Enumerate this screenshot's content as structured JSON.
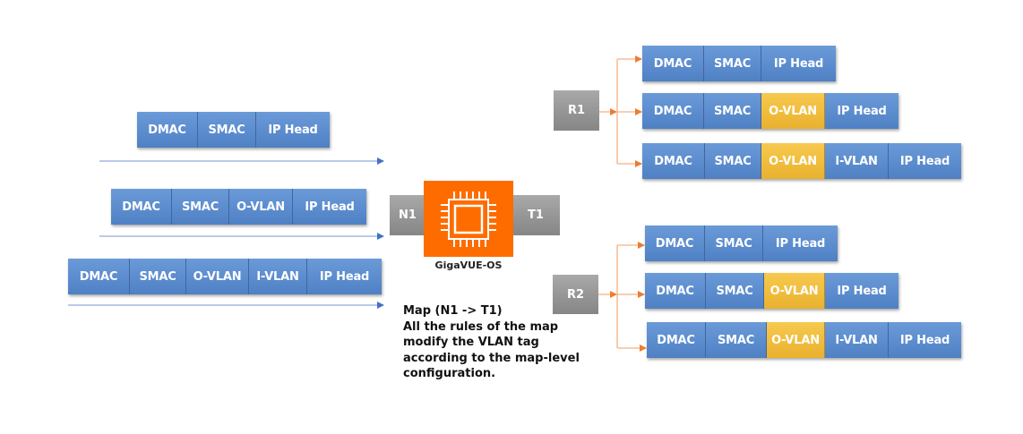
{
  "colors": {
    "field_blue": "#5b8bcd",
    "field_yellow": "#f0bb3b",
    "device_orange": "#fe6c00",
    "port_gray": "#959595",
    "ingress_arrow": "#4472c4",
    "egress_arrow": "#ed7d31"
  },
  "ingress": {
    "packets": [
      {
        "fields": [
          {
            "label": "DMAC"
          },
          {
            "label": "SMAC"
          },
          {
            "label": "IP Head"
          }
        ]
      },
      {
        "fields": [
          {
            "label": "DMAC"
          },
          {
            "label": "SMAC"
          },
          {
            "label": "O-VLAN"
          },
          {
            "label": "IP Head"
          }
        ]
      },
      {
        "fields": [
          {
            "label": "DMAC"
          },
          {
            "label": "SMAC"
          },
          {
            "label": "O-VLAN"
          },
          {
            "label": "I-VLAN"
          },
          {
            "label": "IP Head"
          }
        ]
      }
    ]
  },
  "device": {
    "network_port": "N1",
    "tool_port": "T1",
    "label": "GigaVUE-OS",
    "icon": "cpu-chip-icon"
  },
  "note": {
    "lines": [
      "Map (N1 -> T1)",
      "All the rules of the map",
      "modify the VLAN tag",
      "according to the map-level",
      "configuration."
    ]
  },
  "rules": [
    {
      "label": "R1",
      "packets": [
        {
          "fields": [
            {
              "label": "DMAC"
            },
            {
              "label": "SMAC"
            },
            {
              "label": "IP Head"
            }
          ]
        },
        {
          "fields": [
            {
              "label": "DMAC"
            },
            {
              "label": "SMAC"
            },
            {
              "label": "O-VLAN",
              "highlight": true
            },
            {
              "label": "IP Head"
            }
          ]
        },
        {
          "fields": [
            {
              "label": "DMAC"
            },
            {
              "label": "SMAC"
            },
            {
              "label": "O-VLAN",
              "highlight": true
            },
            {
              "label": "I-VLAN"
            },
            {
              "label": "IP Head"
            }
          ]
        }
      ]
    },
    {
      "label": "R2",
      "packets": [
        {
          "fields": [
            {
              "label": "DMAC"
            },
            {
              "label": "SMAC"
            },
            {
              "label": "IP Head"
            }
          ]
        },
        {
          "fields": [
            {
              "label": "DMAC"
            },
            {
              "label": "SMAC"
            },
            {
              "label": "O-VLAN",
              "highlight": true
            },
            {
              "label": "IP Head"
            }
          ]
        },
        {
          "fields": [
            {
              "label": "DMAC"
            },
            {
              "label": "SMAC"
            },
            {
              "label": "O-VLAN",
              "highlight": true
            },
            {
              "label": "I-VLAN"
            },
            {
              "label": "IP Head"
            }
          ]
        }
      ]
    }
  ]
}
